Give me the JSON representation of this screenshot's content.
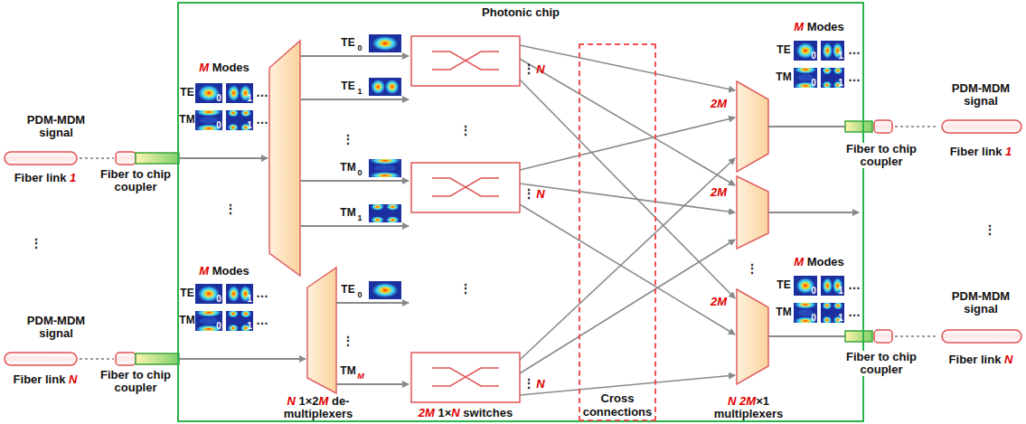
{
  "diagram": {
    "nodes": [
      {
        "text": [
          "Photonic chip"
        ]
      },
      {
        "text": [
          "Cross connections"
        ],
        "in": 0
      }
    ],
    "labels": [
      "PDM-MDM signal",
      "Fiber link 1",
      "Fiber to chip coupler",
      "⋮",
      "PDM-MDM signal",
      "Fiber link N",
      "Fiber to chip coupler",
      "M Modes",
      "TE",
      "TM",
      "0",
      "1",
      "0",
      "1",
      "…",
      "…",
      "⋮",
      "M Modes",
      "TE",
      "TM",
      "0",
      "1",
      "0",
      "1",
      "…",
      "…",
      "TE",
      "0",
      "TE",
      "1",
      "⋮",
      "TM",
      "0",
      "TM",
      "1",
      "TE",
      "0",
      "⋮",
      "TM",
      "M",
      "N",
      "⋮",
      "N",
      "⋮",
      "N",
      "⋮",
      "⋮",
      "⋮",
      "2M",
      "2M",
      "2M",
      "⋮",
      "M Modes",
      "TE",
      "TM",
      "0",
      "1",
      "0",
      "1",
      "…",
      "…",
      "M Modes",
      "TE",
      "TM",
      "0",
      "1",
      "0",
      "1",
      "…",
      "…",
      "PDM-MDM signal",
      "Fiber to chip coupler",
      "Fiber link 1",
      "⋮",
      "PDM-MDM signal",
      "Fiber to chip coupler",
      "Fiber link N",
      "N 1×2M de-multiplexers",
      "2M 1×N switches",
      "N 2M×1 multiplexers"
    ]
  }
}
